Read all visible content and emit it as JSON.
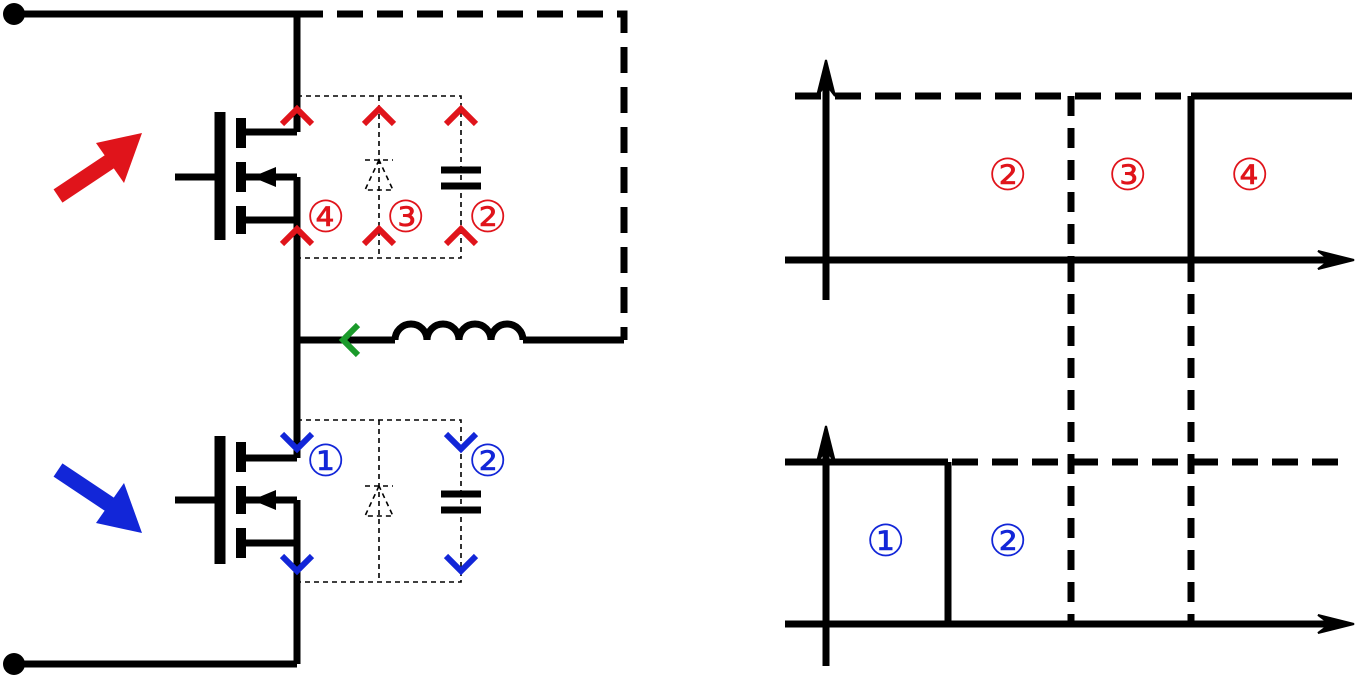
{
  "colors": {
    "wire": "#000000",
    "high_side": "#e0141b",
    "low_side": "#1226d8",
    "inductor_current": "#1a9a2a"
  },
  "circuit": {
    "high_side_labels": [
      "④",
      "③",
      "②"
    ],
    "low_side_labels": [
      "①",
      "②"
    ]
  },
  "timing": {
    "upper_labels": [
      "②",
      "③",
      "④"
    ],
    "lower_labels": [
      "①",
      "②"
    ]
  }
}
